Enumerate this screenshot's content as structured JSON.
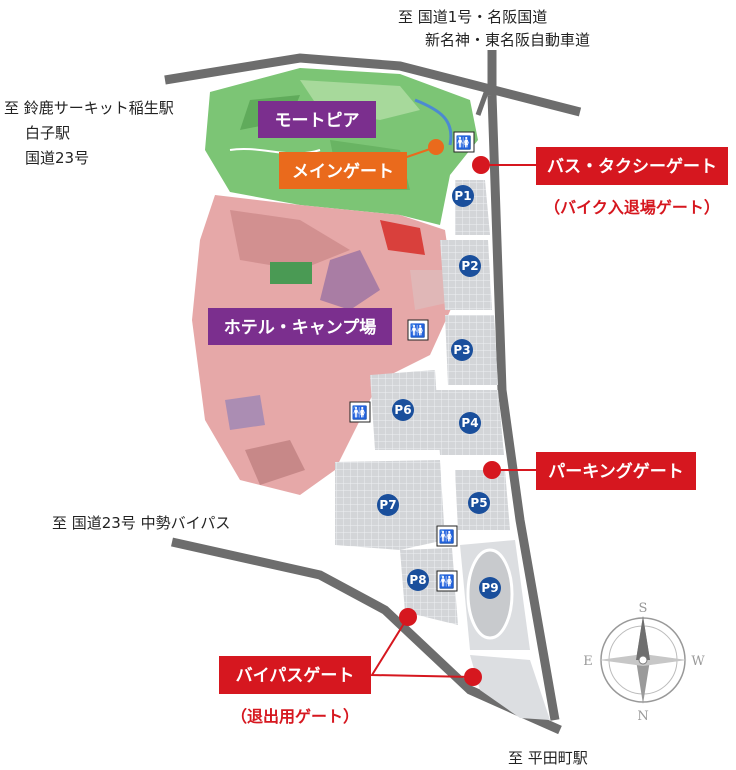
{
  "directions": {
    "north": [
      "至 国道1号・名阪国道",
      "新名神・東名阪自動車道"
    ],
    "west": [
      "至 鈴鹿サーキット稲生駅",
      "白子駅",
      "国道23号"
    ],
    "southwest": "至 国道23号 中勢バイパス",
    "south": "至 平田町駅"
  },
  "areas": {
    "motopia": "モートピア",
    "hotel": "ホテル・キャンプ場"
  },
  "gates": {
    "main": "メインゲート",
    "bus_taxi": "バス・タクシーゲート",
    "bus_taxi_sub": "（バイク入退場ゲート）",
    "parking": "パーキングゲート",
    "bypass": "バイパスゲート",
    "bypass_sub": "（退出用ゲート）"
  },
  "parking": [
    "P1",
    "P2",
    "P3",
    "P4",
    "P5",
    "P6",
    "P7",
    "P8",
    "P9"
  ],
  "compass": {
    "n": "N",
    "s": "S",
    "e": "E",
    "w": "W"
  },
  "colors": {
    "purple": "#7b2f8e",
    "orange": "#ea6a1c",
    "red": "#d6171f",
    "parking_blue": "#1a4f9c",
    "green_area": "#6fb86a",
    "pink_area": "#e2a3a3"
  }
}
